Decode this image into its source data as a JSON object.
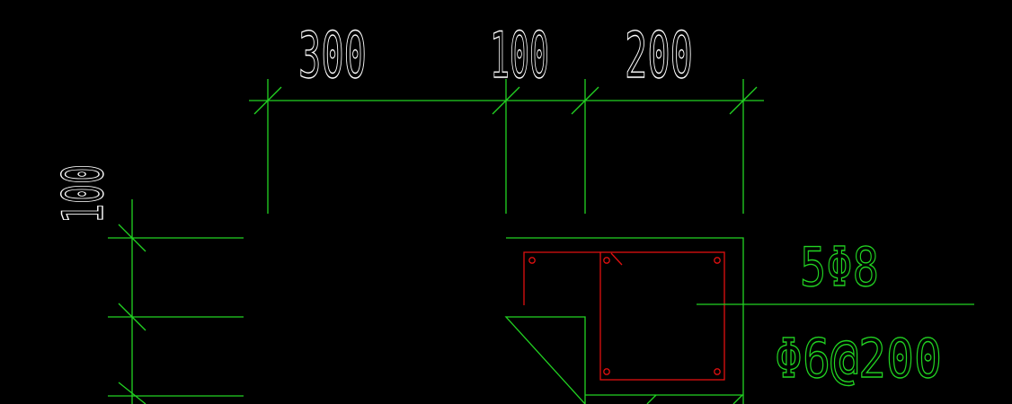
{
  "dimensions": {
    "top": [
      "300",
      "100",
      "200"
    ],
    "left": "100"
  },
  "annotations": {
    "longitudinal_rebar": "5Φ8",
    "stirrup": "Φ6@200"
  },
  "colors": {
    "background": "#000000",
    "dimension": "#22d322",
    "outline": "#22d322",
    "rebar": "#e01010",
    "text": "#ffffff",
    "annotation": "#22d322"
  }
}
